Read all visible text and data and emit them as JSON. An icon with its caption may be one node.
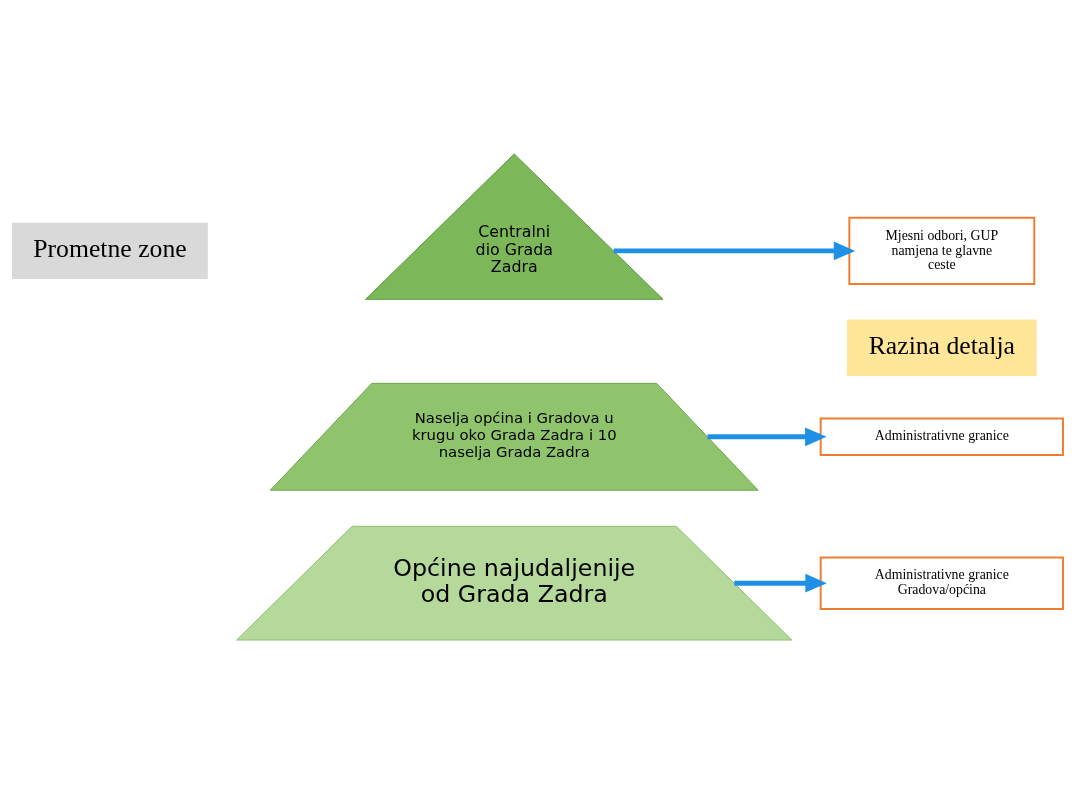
{
  "diagram": {
    "nodes": [
      {
        "text": [
          "Centralni dio Grada Zadra"
        ]
      },
      {
        "text": [
          "Mjesni odbori, GUP namjena te glavne ceste"
        ]
      },
      {
        "text": [
          "Naselja općina i Gradova u krugu oko Grada Zadra i 10 naselja Grada Zadra"
        ]
      },
      {
        "text": [
          "Administrativne granice"
        ]
      },
      {
        "text": [
          "Općine najudaljenije od Grada Zadra"
        ]
      },
      {
        "text": [
          "Administrativne granice Gradova/općina"
        ]
      }
    ],
    "edges": [
      {
        "from": 0,
        "to": 1,
        "arrow": "to"
      },
      {
        "from": 2,
        "to": 3,
        "arrow": "to"
      },
      {
        "from": 4,
        "to": 5,
        "arrow": "to"
      }
    ],
    "labels": [
      "Prometne zone",
      "Razina detalja"
    ]
  }
}
